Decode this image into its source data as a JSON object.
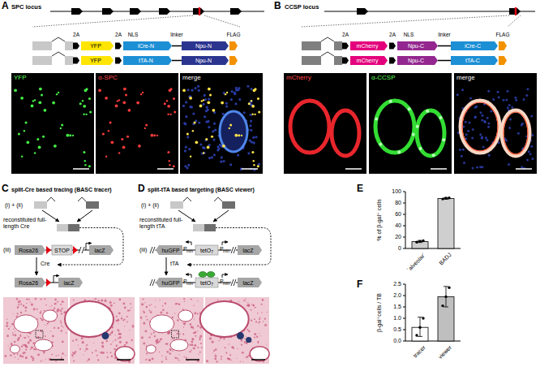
{
  "diagram": {
    "nodes": [
      {
        "text": [
          "YFP"
        ]
      },
      {
        "text": [
          "iCre-N"
        ]
      },
      {
        "text": [
          "Npu-N"
        ]
      },
      {
        "text": [
          "YFP"
        ]
      },
      {
        "text": [
          "tTA-N"
        ]
      },
      {
        "text": [
          "Npu-N"
        ]
      },
      {
        "text": [
          "mCherry"
        ]
      },
      {
        "text": [
          "Npu-C"
        ]
      },
      {
        "text": [
          "iCre-C"
        ]
      },
      {
        "text": [
          "mCherry"
        ]
      },
      {
        "text": [
          "Npu-C"
        ]
      },
      {
        "text": [
          "tTA-C"
        ]
      },
      {
        "text": [
          "Rosa26"
        ]
      },
      {
        "text": [
          "STOP"
        ]
      },
      {
        "text": [
          "lacZ"
        ]
      },
      {
        "text": [
          "Rosa26"
        ]
      },
      {
        "text": [
          "lacZ"
        ]
      },
      {
        "text": [
          "huGFP"
        ]
      },
      {
        "text": [
          "tetO",
          "7"
        ]
      },
      {
        "text": [
          "lacZ"
        ]
      },
      {
        "text": [
          "huGFP"
        ]
      },
      {
        "text": [
          "tetO",
          "7"
        ]
      },
      {
        "text": [
          "lacZ"
        ]
      }
    ],
    "labels": [
      "A",
      "SPC locus",
      "2A",
      "2A",
      "NLS",
      "linker",
      "FLAG",
      "YFP",
      "α-SPC",
      "merge",
      "B",
      "CCSP locus",
      "2A",
      "2A",
      "NLS",
      "linker",
      "FLAG",
      "mCherry",
      "α-CCSP",
      "merge",
      "C",
      "split-Cre based tracing (BASC tracer)",
      "(i) + (ii)",
      "reconstituted full-length Cre",
      "(iii)",
      "Cre",
      "D",
      "split-tTA based targeting (BASC viewer)",
      "(i) + (ii)",
      "reconstituted full-length tTA",
      "(iii)",
      "P",
      "min",
      "P",
      "min",
      "tTA",
      "P",
      "min",
      "P",
      "min",
      "E",
      "% of β-gal⁺ cells",
      "0",
      "20",
      "40",
      "60",
      "80",
      "100",
      "´alveolar´",
      "BADJ",
      "F",
      "β-gal⁺cells / TB",
      "0.0",
      "0.5",
      "1.0",
      "1.5",
      "2.0",
      "2.5",
      "tracer",
      "viewer"
    ]
  }
}
